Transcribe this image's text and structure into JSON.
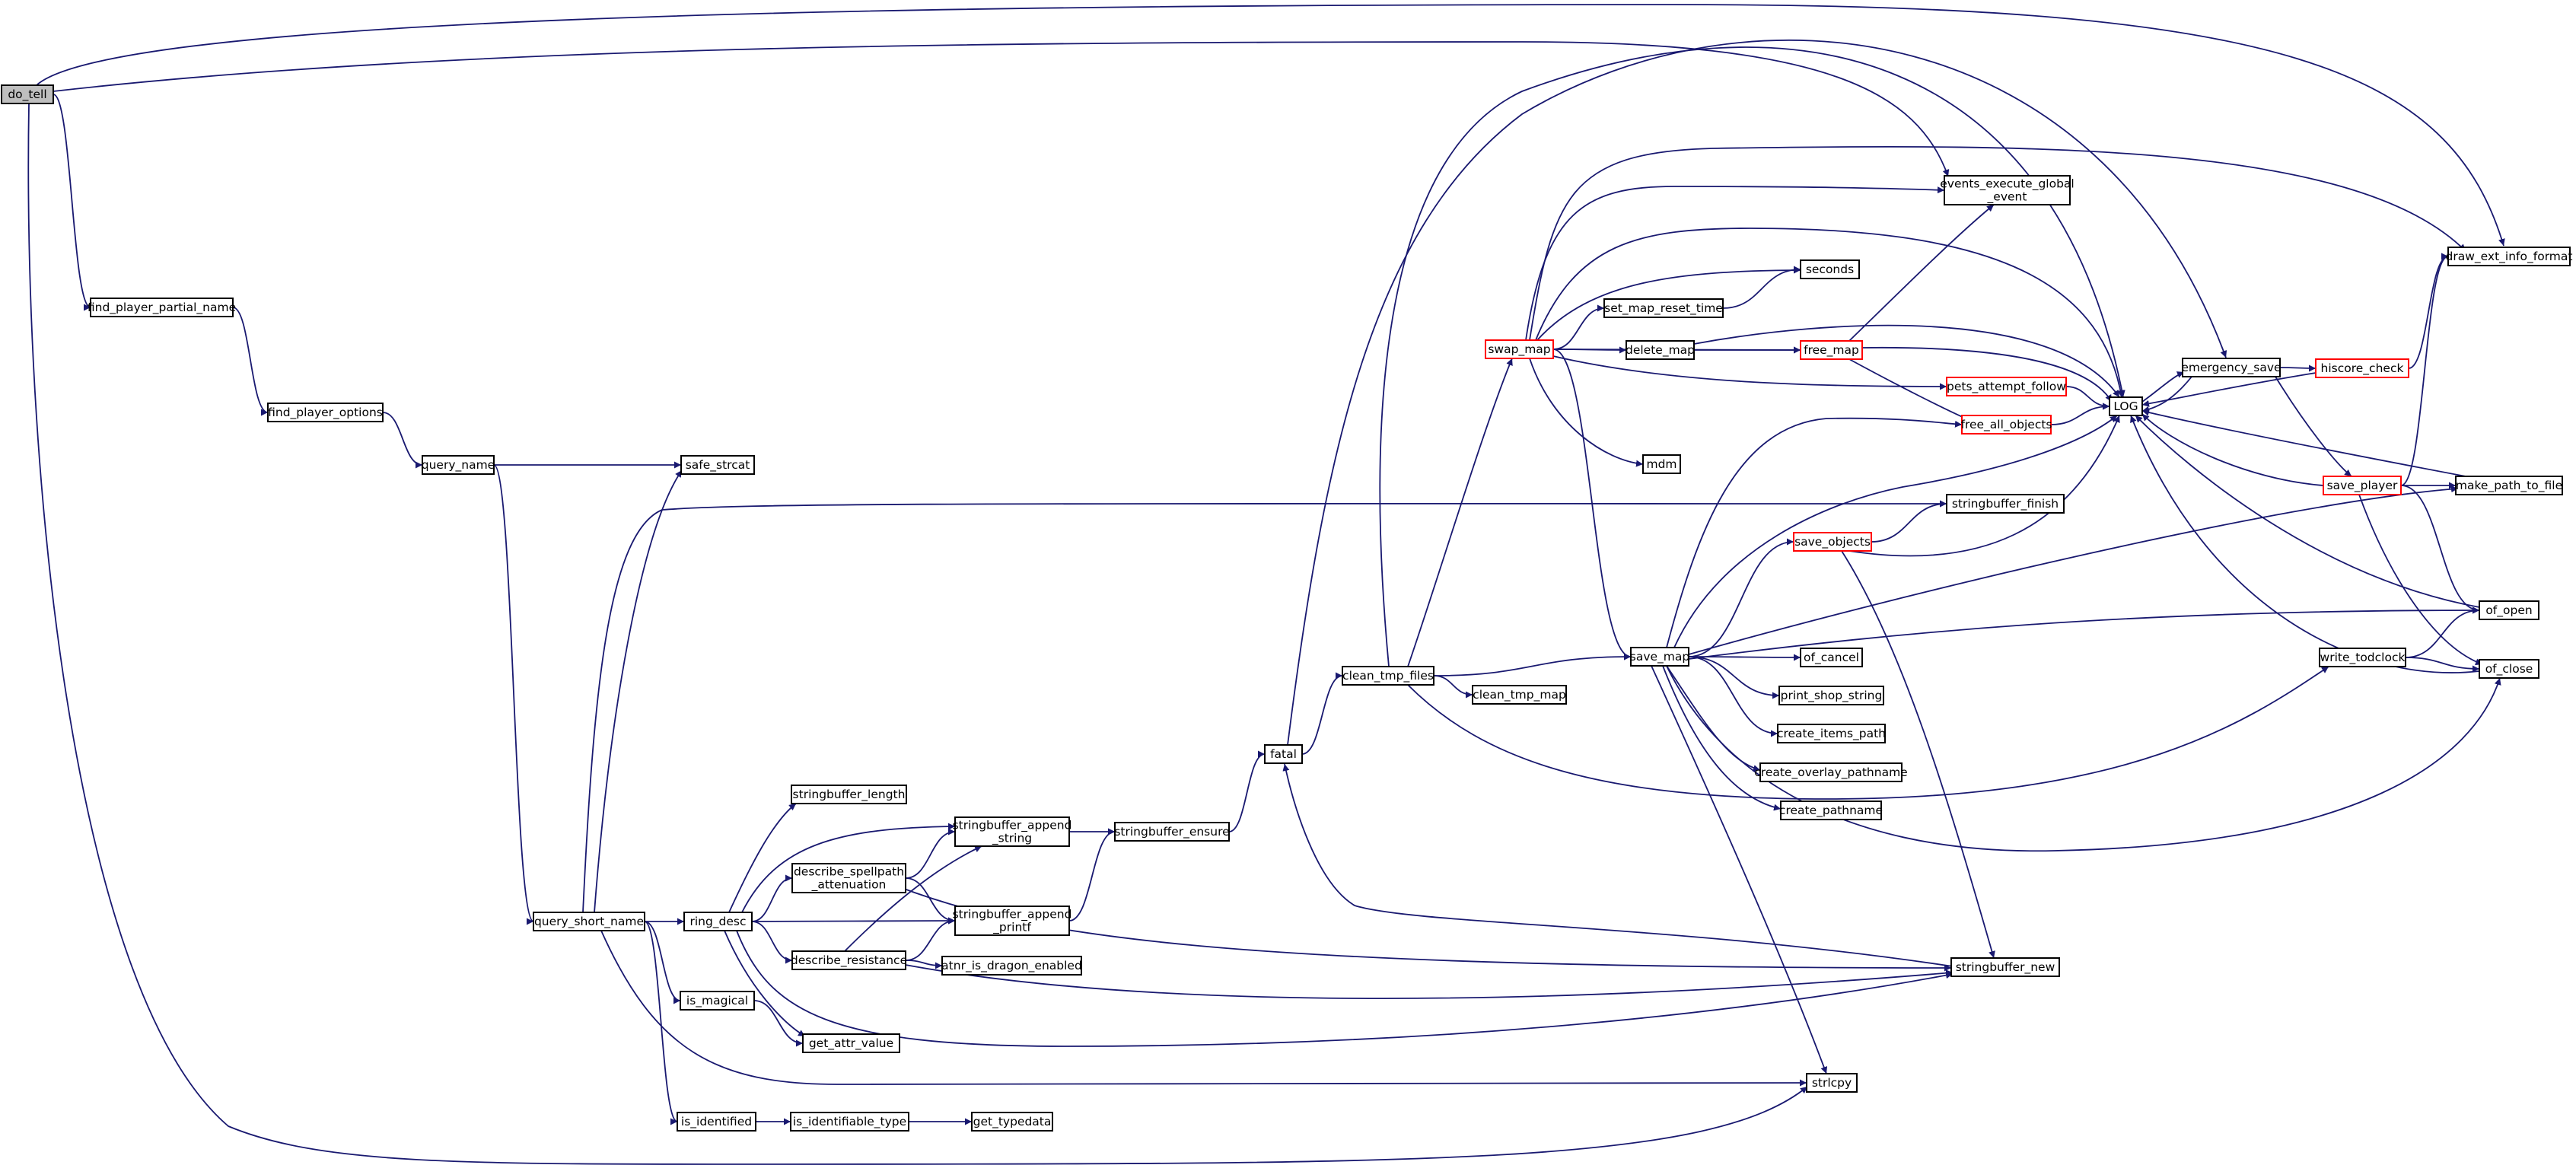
{
  "graph": {
    "edge_color": "#191970",
    "root_fill": "#bfbfbf",
    "truncated_border": "#ff0000",
    "nodes": [
      {
        "id": "do_tell",
        "lines": [
          "do_tell"
        ],
        "root": true
      },
      {
        "id": "find_player_partial_name",
        "lines": [
          "find_player_partial_name"
        ]
      },
      {
        "id": "find_player_options",
        "lines": [
          "find_player_options"
        ]
      },
      {
        "id": "query_name",
        "lines": [
          "query_name"
        ]
      },
      {
        "id": "safe_strcat",
        "lines": [
          "safe_strcat"
        ]
      },
      {
        "id": "query_short_name",
        "lines": [
          "query_short_name"
        ]
      },
      {
        "id": "ring_desc",
        "lines": [
          "ring_desc"
        ]
      },
      {
        "id": "is_magical",
        "lines": [
          "is_magical"
        ]
      },
      {
        "id": "is_identified",
        "lines": [
          "is_identified"
        ]
      },
      {
        "id": "is_identifiable_type",
        "lines": [
          "is_identifiable_type"
        ]
      },
      {
        "id": "get_typedata",
        "lines": [
          "get_typedata"
        ]
      },
      {
        "id": "get_attr_value",
        "lines": [
          "get_attr_value"
        ]
      },
      {
        "id": "stringbuffer_length",
        "lines": [
          "stringbuffer_length"
        ]
      },
      {
        "id": "describe_spellpath_attenuation",
        "lines": [
          "describe_spellpath",
          "_attenuation"
        ]
      },
      {
        "id": "describe_resistance",
        "lines": [
          "describe_resistance"
        ]
      },
      {
        "id": "atnr_is_dragon_enabled",
        "lines": [
          "atnr_is_dragon_enabled"
        ]
      },
      {
        "id": "stringbuffer_append_string",
        "lines": [
          "stringbuffer_append",
          "_string"
        ]
      },
      {
        "id": "stringbuffer_append_printf",
        "lines": [
          "stringbuffer_append",
          "_printf"
        ]
      },
      {
        "id": "stringbuffer_ensure",
        "lines": [
          "stringbuffer_ensure"
        ]
      },
      {
        "id": "fatal",
        "lines": [
          "fatal"
        ]
      },
      {
        "id": "clean_tmp_files",
        "lines": [
          "clean_tmp_files"
        ]
      },
      {
        "id": "clean_tmp_map",
        "lines": [
          "clean_tmp_map"
        ]
      },
      {
        "id": "swap_map",
        "lines": [
          "swap_map"
        ],
        "truncated": true
      },
      {
        "id": "save_map",
        "lines": [
          "save_map"
        ]
      },
      {
        "id": "set_map_reset_time",
        "lines": [
          "set_map_reset_time"
        ]
      },
      {
        "id": "delete_map",
        "lines": [
          "delete_map"
        ]
      },
      {
        "id": "mdm",
        "lines": [
          "mdm"
        ]
      },
      {
        "id": "seconds",
        "lines": [
          "seconds"
        ]
      },
      {
        "id": "free_map",
        "lines": [
          "free_map"
        ],
        "truncated": true
      },
      {
        "id": "events_execute_global_event",
        "lines": [
          "events_execute_global",
          "_event"
        ]
      },
      {
        "id": "pets_attempt_follow",
        "lines": [
          "pets_attempt_follow"
        ],
        "truncated": true
      },
      {
        "id": "free_all_objects",
        "lines": [
          "free_all_objects"
        ],
        "truncated": true
      },
      {
        "id": "save_objects",
        "lines": [
          "save_objects"
        ],
        "truncated": true
      },
      {
        "id": "stringbuffer_finish",
        "lines": [
          "stringbuffer_finish"
        ]
      },
      {
        "id": "of_cancel",
        "lines": [
          "of_cancel"
        ]
      },
      {
        "id": "print_shop_string",
        "lines": [
          "print_shop_string"
        ]
      },
      {
        "id": "create_items_path",
        "lines": [
          "create_items_path"
        ]
      },
      {
        "id": "create_overlay_pathname",
        "lines": [
          "create_overlay_pathname"
        ]
      },
      {
        "id": "create_pathname",
        "lines": [
          "create_pathname"
        ]
      },
      {
        "id": "stringbuffer_new",
        "lines": [
          "stringbuffer_new"
        ]
      },
      {
        "id": "strlcpy",
        "lines": [
          "strlcpy"
        ]
      },
      {
        "id": "LOG",
        "lines": [
          "LOG"
        ]
      },
      {
        "id": "emergency_save",
        "lines": [
          "emergency_save"
        ]
      },
      {
        "id": "hiscore_check",
        "lines": [
          "hiscore_check"
        ],
        "truncated": true
      },
      {
        "id": "save_player",
        "lines": [
          "save_player"
        ],
        "truncated": true
      },
      {
        "id": "write_todclock",
        "lines": [
          "write_todclock"
        ]
      },
      {
        "id": "draw_ext_info_format",
        "lines": [
          "draw_ext_info_format"
        ]
      },
      {
        "id": "make_path_to_file",
        "lines": [
          "make_path_to_file"
        ]
      },
      {
        "id": "of_open",
        "lines": [
          "of_open"
        ]
      },
      {
        "id": "of_close",
        "lines": [
          "of_close"
        ]
      }
    ],
    "edges": [
      [
        "do_tell",
        "find_player_partial_name"
      ],
      [
        "do_tell",
        "draw_ext_info_format"
      ],
      [
        "do_tell",
        "events_execute_global_event"
      ],
      [
        "do_tell",
        "strlcpy"
      ],
      [
        "find_player_partial_name",
        "find_player_options"
      ],
      [
        "find_player_options",
        "query_name"
      ],
      [
        "query_name",
        "safe_strcat"
      ],
      [
        "query_name",
        "query_short_name"
      ],
      [
        "query_short_name",
        "safe_strcat"
      ],
      [
        "query_short_name",
        "stringbuffer_finish"
      ],
      [
        "query_short_name",
        "ring_desc"
      ],
      [
        "query_short_name",
        "is_magical"
      ],
      [
        "query_short_name",
        "is_identified"
      ],
      [
        "query_short_name",
        "strlcpy"
      ],
      [
        "ring_desc",
        "stringbuffer_length"
      ],
      [
        "ring_desc",
        "stringbuffer_append_string"
      ],
      [
        "ring_desc",
        "describe_spellpath_attenuation"
      ],
      [
        "ring_desc",
        "stringbuffer_append_printf"
      ],
      [
        "ring_desc",
        "describe_resistance"
      ],
      [
        "ring_desc",
        "get_attr_value"
      ],
      [
        "ring_desc",
        "stringbuffer_new"
      ],
      [
        "describe_spellpath_attenuation",
        "stringbuffer_append_string"
      ],
      [
        "describe_spellpath_attenuation",
        "stringbuffer_append_printf"
      ],
      [
        "describe_spellpath_attenuation",
        "stringbuffer_new"
      ],
      [
        "describe_resistance",
        "stringbuffer_append_string"
      ],
      [
        "describe_resistance",
        "stringbuffer_append_printf"
      ],
      [
        "describe_resistance",
        "atnr_is_dragon_enabled"
      ],
      [
        "describe_resistance",
        "stringbuffer_new"
      ],
      [
        "is_magical",
        "get_attr_value"
      ],
      [
        "is_identified",
        "is_identifiable_type"
      ],
      [
        "is_identifiable_type",
        "get_typedata"
      ],
      [
        "stringbuffer_append_string",
        "stringbuffer_ensure"
      ],
      [
        "stringbuffer_append_printf",
        "stringbuffer_ensure"
      ],
      [
        "stringbuffer_ensure",
        "fatal"
      ],
      [
        "stringbuffer_new",
        "fatal"
      ],
      [
        "fatal",
        "clean_tmp_files"
      ],
      [
        "fatal",
        "emergency_save"
      ],
      [
        "clean_tmp_files",
        "swap_map"
      ],
      [
        "clean_tmp_files",
        "save_map"
      ],
      [
        "clean_tmp_files",
        "clean_tmp_map"
      ],
      [
        "clean_tmp_files",
        "write_todclock"
      ],
      [
        "clean_tmp_files",
        "LOG"
      ],
      [
        "swap_map",
        "events_execute_global_event"
      ],
      [
        "swap_map",
        "draw_ext_info_format"
      ],
      [
        "swap_map",
        "seconds"
      ],
      [
        "swap_map",
        "set_map_reset_time"
      ],
      [
        "swap_map",
        "delete_map"
      ],
      [
        "swap_map",
        "free_map"
      ],
      [
        "swap_map",
        "pets_attempt_follow"
      ],
      [
        "swap_map",
        "mdm"
      ],
      [
        "swap_map",
        "save_map"
      ],
      [
        "swap_map",
        "LOG"
      ],
      [
        "set_map_reset_time",
        "seconds"
      ],
      [
        "delete_map",
        "free_map"
      ],
      [
        "delete_map",
        "LOG"
      ],
      [
        "free_map",
        "events_execute_global_event"
      ],
      [
        "free_map",
        "free_all_objects"
      ],
      [
        "free_map",
        "LOG"
      ],
      [
        "pets_attempt_follow",
        "LOG"
      ],
      [
        "free_all_objects",
        "LOG"
      ],
      [
        "save_map",
        "free_all_objects"
      ],
      [
        "save_map",
        "save_objects"
      ],
      [
        "save_map",
        "of_cancel"
      ],
      [
        "save_map",
        "print_shop_string"
      ],
      [
        "save_map",
        "create_items_path"
      ],
      [
        "save_map",
        "create_overlay_pathname"
      ],
      [
        "save_map",
        "create_pathname"
      ],
      [
        "save_map",
        "strlcpy"
      ],
      [
        "save_map",
        "make_path_to_file"
      ],
      [
        "save_map",
        "of_open"
      ],
      [
        "save_map",
        "of_close"
      ],
      [
        "save_map",
        "LOG"
      ],
      [
        "save_objects",
        "stringbuffer_finish"
      ],
      [
        "save_objects",
        "stringbuffer_new"
      ],
      [
        "save_objects",
        "LOG"
      ],
      [
        "LOG",
        "emergency_save"
      ],
      [
        "emergency_save",
        "LOG"
      ],
      [
        "emergency_save",
        "hiscore_check"
      ],
      [
        "emergency_save",
        "save_player"
      ],
      [
        "hiscore_check",
        "draw_ext_info_format"
      ],
      [
        "hiscore_check",
        "LOG"
      ],
      [
        "save_player",
        "LOG"
      ],
      [
        "save_player",
        "draw_ext_info_format"
      ],
      [
        "save_player",
        "make_path_to_file"
      ],
      [
        "save_player",
        "of_open"
      ],
      [
        "save_player",
        "of_close"
      ],
      [
        "make_path_to_file",
        "LOG"
      ],
      [
        "write_todclock",
        "of_open"
      ],
      [
        "write_todclock",
        "of_close"
      ],
      [
        "of_open",
        "LOG"
      ],
      [
        "of_close",
        "LOG"
      ]
    ]
  }
}
